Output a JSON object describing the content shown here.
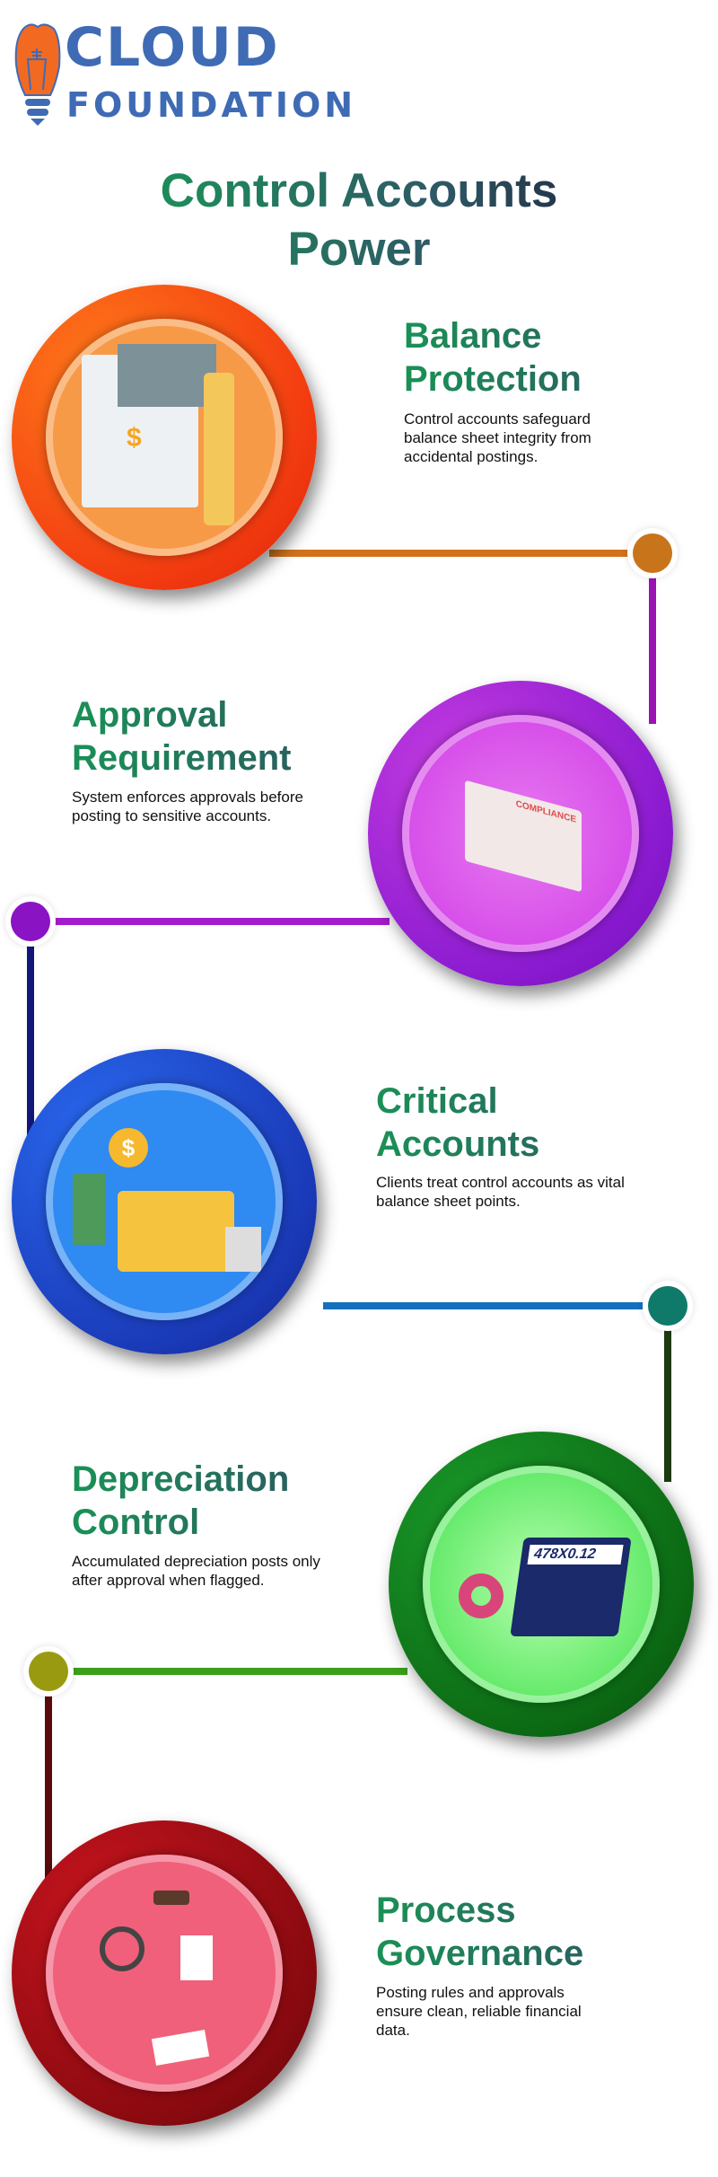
{
  "logo": {
    "line1": "CLOUD",
    "line2": "FOUNDATION"
  },
  "title": {
    "line1": "Control Accounts",
    "line2": "Power"
  },
  "sections": [
    {
      "title_line1": "Balance",
      "title_line2": "Protection",
      "body": "Control accounts safeguard balance sheet integrity from accidental postings.",
      "color": "#f25a12",
      "dot": "#c8741a"
    },
    {
      "title_line1": "Approval",
      "title_line2": "Requirement",
      "body": "System enforces approvals before posting to sensitive accounts.",
      "color": "#a81fc9",
      "dot": "#8a14c4",
      "illustration_text": "COMPLIANCE"
    },
    {
      "title_line1": "Critical",
      "title_line2": "Accounts",
      "body": "Clients treat control accounts as vital balance sheet points.",
      "color": "#1f4fd0",
      "dot": "#0f7a6a"
    },
    {
      "title_line1": "Depreciation",
      "title_line2": "Control",
      "body": "Accumulated depreciation posts only after approval when flagged.",
      "color": "#0c8a1c",
      "dot": "#9a9a10",
      "illustration_text": "478X0.12"
    },
    {
      "title_line1": "Process",
      "title_line2": "Governance",
      "body": "Posting rules and approvals ensure clean, reliable financial data.",
      "color": "#a3121a"
    }
  ]
}
